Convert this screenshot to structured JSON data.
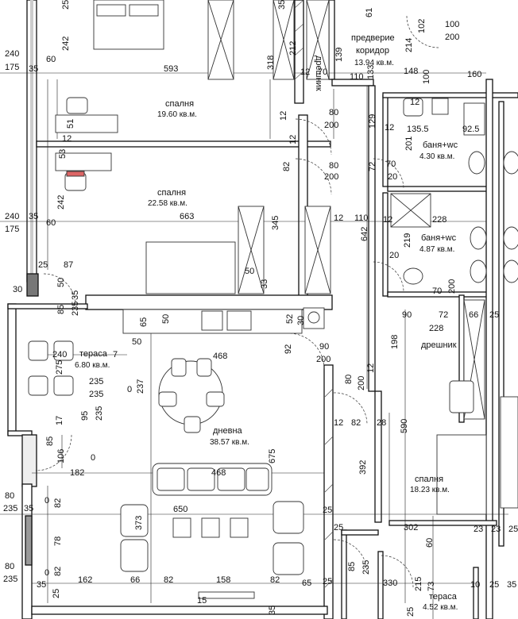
{
  "rooms": {
    "bedroom1": {
      "name": "спалня",
      "area": "19.60 кв.м."
    },
    "bedroom2": {
      "name": "спалня",
      "area": "22.58 кв.м."
    },
    "hall": {
      "name1": "предверие",
      "name2": "коридор",
      "area": "13.94 кв.м."
    },
    "closet_top": {
      "name": "дрешник"
    },
    "bath1": {
      "name": "баня+wc",
      "area": "4.30 кв.м."
    },
    "bath2": {
      "name": "баня+wc",
      "area": "4.87 кв.м."
    },
    "terrace1": {
      "name": "тераса",
      "area": "6.80 кв.м."
    },
    "living": {
      "name": "дневна",
      "area": "38.57 кв.м."
    },
    "closet_right": {
      "name": "дрешник"
    },
    "bedroom3": {
      "name": "спалня",
      "area": "18.23 кв.м."
    },
    "terrace2": {
      "name": "тераса",
      "area": "4.52 кв.м."
    }
  },
  "dimensions": {
    "d240a": "240",
    "d175a": "175",
    "d35a": "35",
    "d60a": "60",
    "d242a": "242",
    "d593": "593",
    "d318": "318",
    "d212": "212",
    "d12a": "12",
    "d70a": "70",
    "d139": "139",
    "d61": "61",
    "d214": "214",
    "d102": "102",
    "d100a": "100",
    "d200a": "200",
    "d110a": "110",
    "d133": "133",
    "d148": "148",
    "d100b": "100",
    "d160": "160",
    "d80a": "80",
    "d200b": "200",
    "d129": "129",
    "d135_5": "135.5",
    "d92_5": "92.5",
    "d201": "201",
    "d12b": "12",
    "d51": "51",
    "d53": "53",
    "d80b": "80",
    "d200c": "200",
    "d72a": "72",
    "d70b": "70",
    "d20a": "20",
    "d242b": "242",
    "d240b": "240",
    "d175b": "175",
    "d35b": "35",
    "d60b": "60",
    "d663": "663",
    "d345": "345",
    "d110b": "110",
    "d642": "642",
    "d12c": "12",
    "d228a": "228",
    "d219": "219",
    "d20b": "20",
    "d70c": "70",
    "d200d": "200",
    "d25a": "25",
    "d87": "87",
    "d50a": "50",
    "d33": "33",
    "d50b": "50",
    "d85a": "85",
    "d235a": "235",
    "d35c": "35",
    "d30": "30",
    "d65": "65",
    "d50c": "50",
    "d52": "52",
    "d30b": "30",
    "d90a": "90",
    "d72b": "72",
    "d66": "66",
    "d25b": "25",
    "d228b": "228",
    "d240c": "240",
    "d7": "7",
    "d275": "275",
    "d235b": "235",
    "d235c": "235",
    "d0a": "0",
    "d237": "237",
    "d50d": "50",
    "d468a": "468",
    "d92": "92",
    "d90b": "90",
    "d200e": "200",
    "d198": "198",
    "d12d": "12",
    "d80c": "80",
    "d200f": "200",
    "d12e": "12",
    "d82a": "82",
    "d28": "28",
    "d590": "590",
    "d17": "17",
    "d95": "95",
    "d235d": "235",
    "d85b": "85",
    "d106": "106",
    "d0b": "0",
    "d182": "182",
    "d468b": "468",
    "d675": "675",
    "d392": "392",
    "d80d": "80",
    "d235e": "235",
    "d35d": "35",
    "d0c": "0",
    "d82b": "82",
    "d650": "650",
    "d373": "373",
    "d25c": "25",
    "d25d": "25",
    "d302": "302",
    "d23a": "23",
    "d23b": "23",
    "d25e": "25",
    "d78": "78",
    "d60c": "60",
    "d85c": "85",
    "d235f": "235",
    "d80e": "80",
    "d235g": "235",
    "d0d": "0",
    "d82c": "82",
    "d35e": "35",
    "d162": "162",
    "d66b": "66",
    "d82d": "82",
    "d158": "158",
    "d82e": "82",
    "d65b": "65",
    "d25f": "25",
    "d330": "330",
    "d215": "215",
    "d73": "73",
    "d10": "10",
    "d25g": "25",
    "d35f": "35",
    "d25h": "25",
    "d15": "15",
    "d25i": "25",
    "d35g": "35",
    "d25j": "25",
    "d35h": "35",
    "d12f": "12",
    "d12g": "12",
    "d12h": "12",
    "d12i": "12",
    "d82f": "82",
    "d12j": "12"
  }
}
